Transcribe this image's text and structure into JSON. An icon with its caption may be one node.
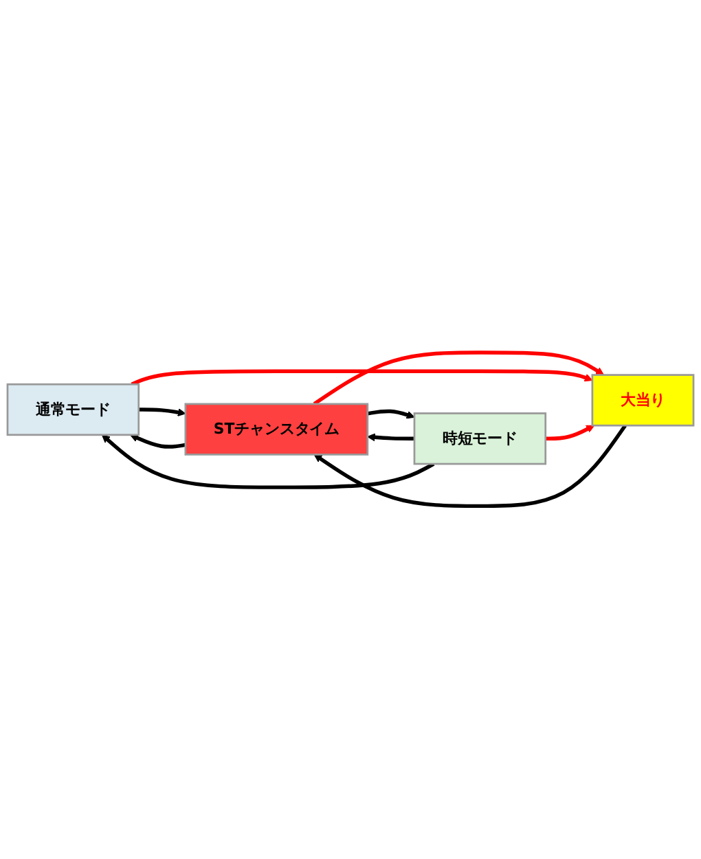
{
  "diagram": {
    "nodes": [
      {
        "text": [
          "通常モード"
        ]
      },
      {
        "text": [
          "大当り"
        ]
      },
      {
        "text": [
          "時短モード"
        ]
      },
      {
        "text": [
          "STチャンスタイム"
        ]
      }
    ],
    "edges": [
      {
        "from": 0,
        "to": 3,
        "arrow": "to"
      },
      {
        "from": 3,
        "to": 1,
        "arrow": "to",
        "color": "#ff0000"
      },
      {
        "from": 1,
        "to": 3,
        "arrow": "to"
      },
      {
        "from": 0,
        "to": 1,
        "arrow": "to",
        "color": "#ff0000"
      },
      {
        "from": 2,
        "to": 1,
        "arrow": "to",
        "color": "#ff0000"
      },
      {
        "from": 2,
        "to": 3,
        "arrow": "to"
      },
      {
        "from": 3,
        "to": 2,
        "arrow": "to"
      },
      {
        "from": 2,
        "to": 0,
        "arrow": "to"
      },
      {
        "from": 3,
        "to": 0,
        "arrow": "to"
      }
    ]
  }
}
